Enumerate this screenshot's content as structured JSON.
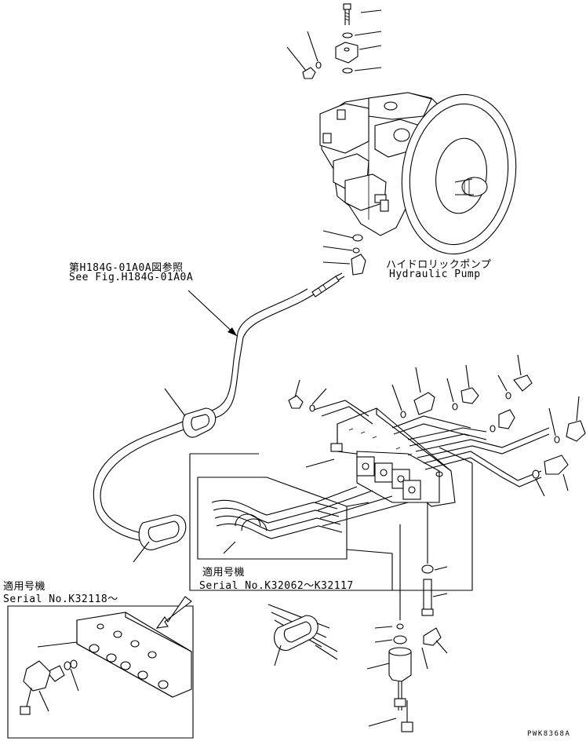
{
  "labels": {
    "pump_ref_jp": "第H184G-01A0A図参照",
    "pump_ref_en": "See Fig.H184G-01A0A",
    "pump_name_jp": "ハイドロリックポンプ",
    "pump_name_en": "Hydraulic Pump",
    "serial_early_jp": "適用号機",
    "serial_early_en": "Serial No.K32062～K32117",
    "serial_late_jp": "適用号機",
    "serial_late_en": "Serial No.K32118～",
    "figure_code": "PWK8368A"
  }
}
